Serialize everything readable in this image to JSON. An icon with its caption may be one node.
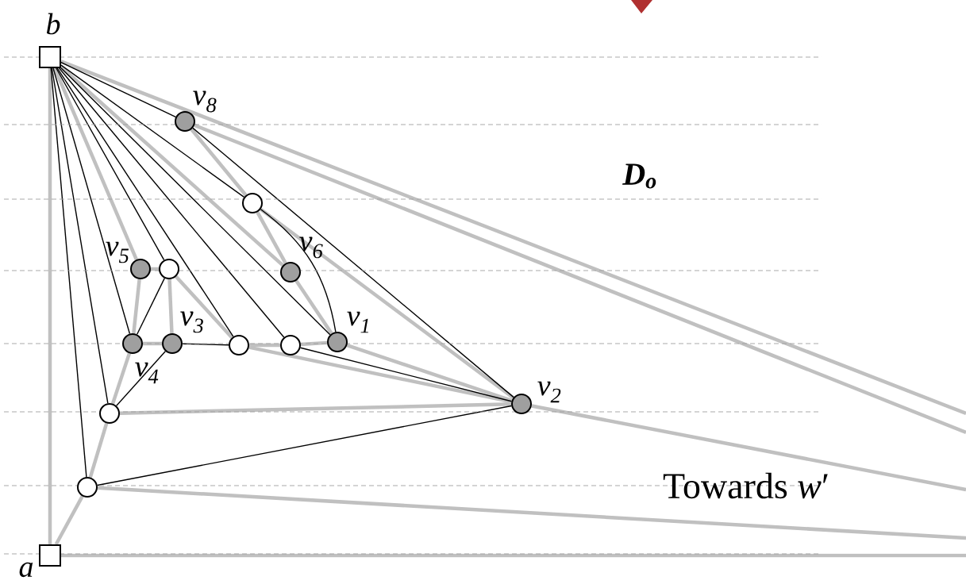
{
  "diagram": {
    "nodes": [
      {
        "text": [],
        "shape": "box",
        "beside": [
          "b"
        ]
      },
      {
        "text": [],
        "shape": "box",
        "beside": [
          "a"
        ]
      },
      {
        "text": [],
        "shape": "circle",
        "beside": [
          "v$_{8}$"
        ]
      },
      {
        "text": [],
        "shape": "circle"
      },
      {
        "text": [],
        "shape": "circle",
        "beside": [
          "v$_{6}$"
        ]
      },
      {
        "text": [],
        "shape": "circle",
        "beside": [
          "v$_{5}$"
        ]
      },
      {
        "text": [],
        "shape": "circle"
      },
      {
        "text": [],
        "shape": "circle",
        "beside": [
          "v$_{4}$"
        ]
      },
      {
        "text": [],
        "shape": "circle",
        "beside": [
          "v$_{3}$"
        ]
      },
      {
        "text": [],
        "shape": "circle"
      },
      {
        "text": [],
        "shape": "circle"
      },
      {
        "text": [],
        "shape": "circle",
        "beside": [
          "v$_{1}$"
        ]
      },
      {
        "text": [],
        "shape": "circle",
        "beside": [
          "v$_{2}$"
        ]
      },
      {
        "text": [],
        "shape": "circle"
      },
      {
        "text": [],
        "shape": "circle"
      }
    ],
    "edges": [
      {
        "from": 0,
        "to": 1,
        "arrow": "none"
      },
      {
        "from": 0,
        "to": null,
        "arrow": "none"
      },
      {
        "from": 2,
        "to": null,
        "arrow": "none"
      },
      {
        "from": 0,
        "to": 4,
        "arrow": "none"
      },
      {
        "from": 2,
        "to": 3,
        "arrow": "none"
      },
      {
        "from": 3,
        "to": 4,
        "arrow": "none"
      },
      {
        "from": 3,
        "to": 12,
        "arrow": "none"
      },
      {
        "from": 4,
        "to": 11,
        "arrow": "none"
      },
      {
        "from": 0,
        "to": 5,
        "arrow": "none"
      },
      {
        "from": 5,
        "to": 6,
        "arrow": "none"
      },
      {
        "from": 5,
        "to": 7,
        "arrow": "none"
      },
      {
        "from": 6,
        "to": 8,
        "arrow": "none"
      },
      {
        "from": 7,
        "to": 8,
        "arrow": "none"
      },
      {
        "from": 6,
        "to": 9,
        "arrow": "none"
      },
      {
        "from": 9,
        "to": 10,
        "arrow": "none"
      },
      {
        "from": 10,
        "to": 11,
        "arrow": "none"
      },
      {
        "from": 9,
        "to": 12,
        "arrow": "none"
      },
      {
        "from": 11,
        "to": 12,
        "arrow": "none"
      },
      {
        "from": 7,
        "to": 13,
        "arrow": "none"
      },
      {
        "from": 13,
        "to": 12,
        "arrow": "none"
      },
      {
        "from": 13,
        "to": 14,
        "arrow": "none"
      },
      {
        "from": 14,
        "to": 1,
        "arrow": "none"
      },
      {
        "from": 14,
        "to": null,
        "arrow": "none"
      },
      {
        "from": 1,
        "to": null,
        "arrow": "none"
      },
      {
        "from": 12,
        "to": null,
        "arrow": "none"
      },
      {
        "from": 0,
        "to": 2,
        "arrow": "none",
        "color": "#000000"
      },
      {
        "from": 0,
        "to": 3,
        "arrow": "none",
        "color": "#000000"
      },
      {
        "from": 2,
        "to": 12,
        "arrow": "none",
        "color": "#000000"
      },
      {
        "from": 3,
        "to": 11,
        "arrow": "none",
        "color": "#000000"
      },
      {
        "from": 0,
        "to": 11,
        "arrow": "none",
        "color": "#000000"
      },
      {
        "from": 0,
        "to": 10,
        "arrow": "none",
        "color": "#000000"
      },
      {
        "from": 0,
        "to": 9,
        "arrow": "none",
        "color": "#000000"
      },
      {
        "from": 0,
        "to": 6,
        "arrow": "none",
        "color": "#000000"
      },
      {
        "from": 0,
        "to": 7,
        "arrow": "none",
        "color": "#000000"
      },
      {
        "from": 0,
        "to": 13,
        "arrow": "none",
        "color": "#000000"
      },
      {
        "from": 0,
        "to": 14,
        "arrow": "none",
        "color": "#000000"
      },
      {
        "from": 6,
        "to": 7,
        "arrow": "none",
        "color": "#000000"
      },
      {
        "from": 8,
        "to": 9,
        "arrow": "none",
        "color": "#000000"
      },
      {
        "from": 10,
        "to": 12,
        "arrow": "none",
        "color": "#000000"
      },
      {
        "from": 8,
        "to": 13,
        "arrow": "none",
        "color": "#000000"
      },
      {
        "from": 14,
        "to": 12,
        "arrow": "none",
        "color": "#000000"
      }
    ],
    "labels": [
      "D$_{o}$",
      "Towards *w*′"
    ]
  }
}
